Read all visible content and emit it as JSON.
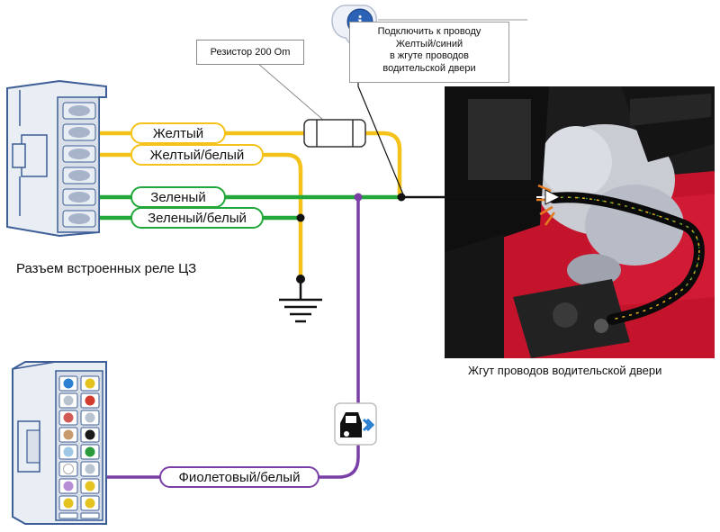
{
  "info_note": {
    "line1": "Подключить к проводу",
    "line2": "Желтый/синий",
    "line3": "в жгуте проводов",
    "line4": "водительской двери"
  },
  "resistor_label": "Резистор 200 Om",
  "wires": {
    "yellow": "Желтый",
    "yellow_white": "Желтый/белый",
    "green": "Зеленый",
    "green_white": "Зеленый/белый",
    "violet_white": "Фиолетовый/белый"
  },
  "relay_connector_caption": "Разъем встроенных реле ЦЗ",
  "photo_caption": "Жгут проводов водительской двери",
  "colors": {
    "yellow": "#f5c21b",
    "green": "#22a83a",
    "violet": "#7a3fa6",
    "connector_blue": "#3d5e96",
    "connector_fill": "#e9edf4"
  },
  "icons": {
    "info": "info-icon",
    "module": "car-door-module-icon",
    "ground": "ground-icon",
    "resistor": "resistor-icon"
  }
}
